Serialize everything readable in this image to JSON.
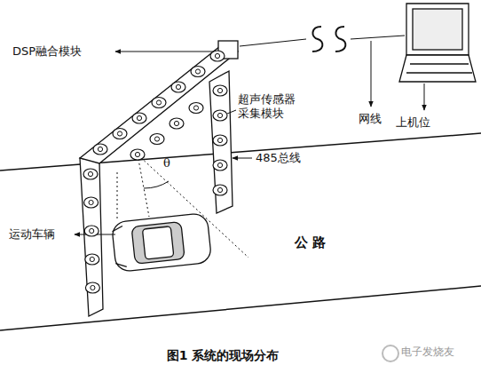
{
  "diagram": {
    "caption": "图1 系统的现场分布",
    "labels": [
      "DSP融合模块",
      "超声传感器 采集模块",
      "485总线",
      "网线",
      "上机位",
      "θ",
      "运动车辆",
      "公 路",
      "电子发烧友"
    ]
  }
}
